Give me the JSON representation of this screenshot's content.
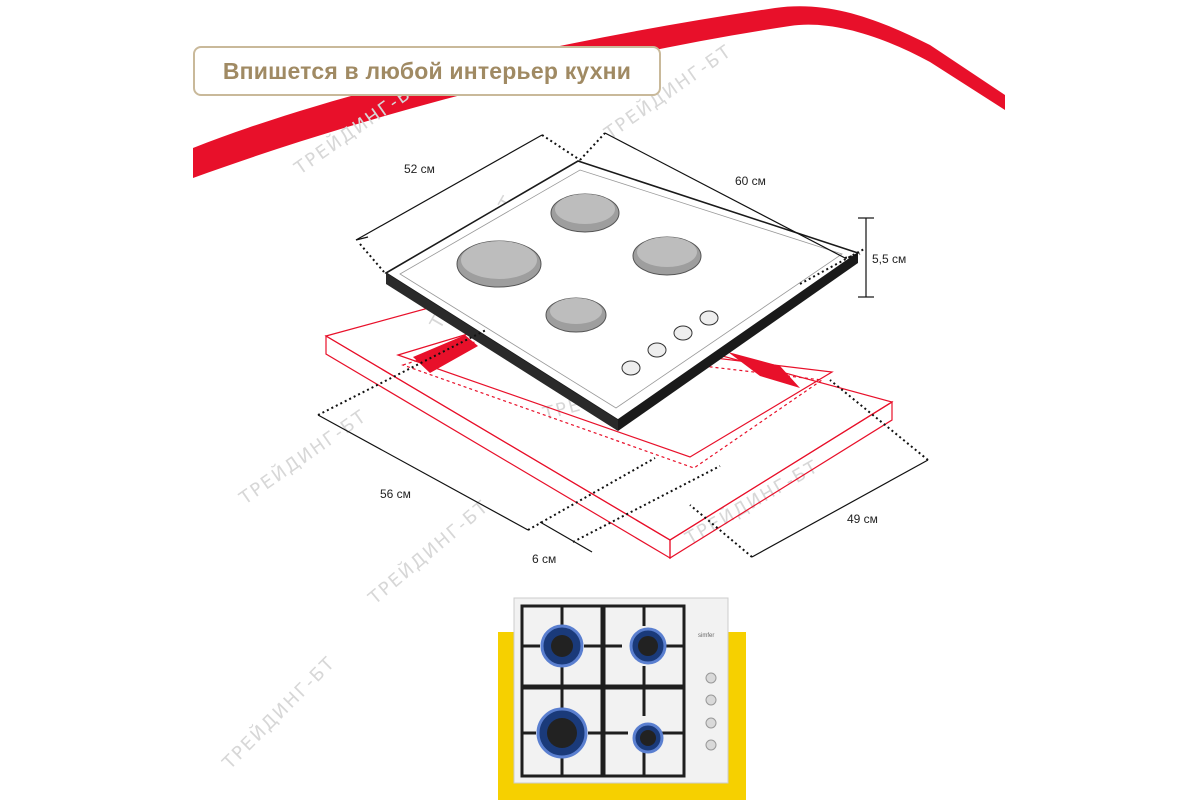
{
  "title": "Впишется в любой интерьер кухни",
  "dimensions": {
    "top_depth": "52 см",
    "top_width": "60 см",
    "height": "5,5 см",
    "cutout_width": "56 см",
    "cutout_depth": "49 см",
    "edge_gap": "6 см"
  },
  "photo_brand": "simfer",
  "watermark": "ТРЕЙДИНГ-БТ",
  "colors": {
    "accent_red": "#e8102a",
    "title_text": "#a08a63",
    "title_border": "#c9b99a",
    "yellow_backdrop": "#f6d000"
  }
}
